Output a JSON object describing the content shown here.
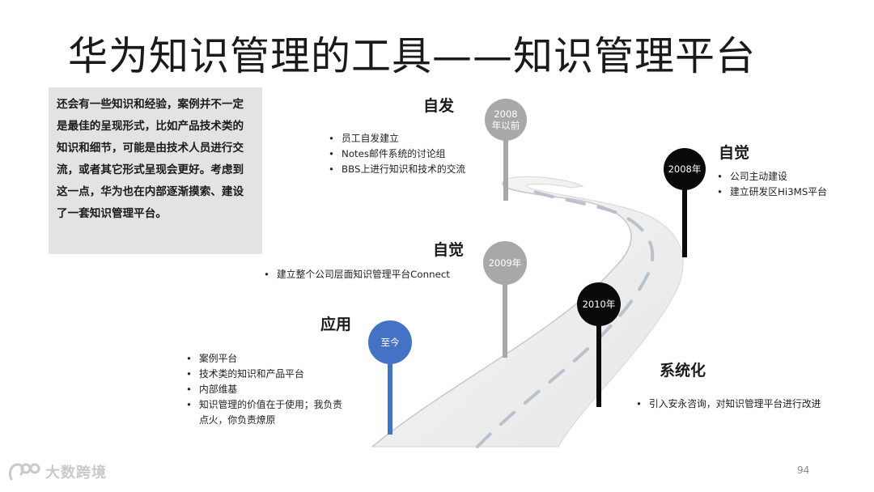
{
  "title": "华为知识管理的工具——知识管理平台",
  "intro": "还会有一些知识和经验，案例并不一定是最佳的呈现形式，比如产品技术类的知识和细节，可能是由技术人员进行交流，或者其它形式呈现会更好。考虑到这一点，华为也在内部逐渐摸索、建设了一套知识管理平台。",
  "milestones": {
    "m2008before": {
      "circle": "2008\n年以前",
      "heading": "自发",
      "items": [
        "员工自发建立",
        "Notes邮件系统的讨论组",
        "BBS上进行知识和技术的交流"
      ]
    },
    "m2008": {
      "circle": "2008年",
      "heading": "自觉",
      "items": [
        "公司主动建设",
        "建立研发区Hi3MS平台"
      ]
    },
    "m2009": {
      "circle": "2009年",
      "heading": "自觉",
      "items": [
        "建立整个公司层面知识管理平台Connect"
      ]
    },
    "m2010": {
      "circle": "2010年",
      "heading": "系统化",
      "items": [
        "引入安永咨询，对知识管理平台进行改进"
      ]
    },
    "mnow": {
      "circle": "至今",
      "heading": "应用",
      "items": [
        "案例平台",
        "技术类的知识和产品平台",
        "内部维基",
        "知识管理的价值在于使用；我负责点火，你负责燎原"
      ]
    }
  },
  "page_number": "94",
  "logo_text": "大数跨境",
  "colors": {
    "gray_pin": "#a8a8a8",
    "black_pin": "#0a0a0a",
    "blue_pin": "#4472c4",
    "road": "#eeeeee"
  }
}
